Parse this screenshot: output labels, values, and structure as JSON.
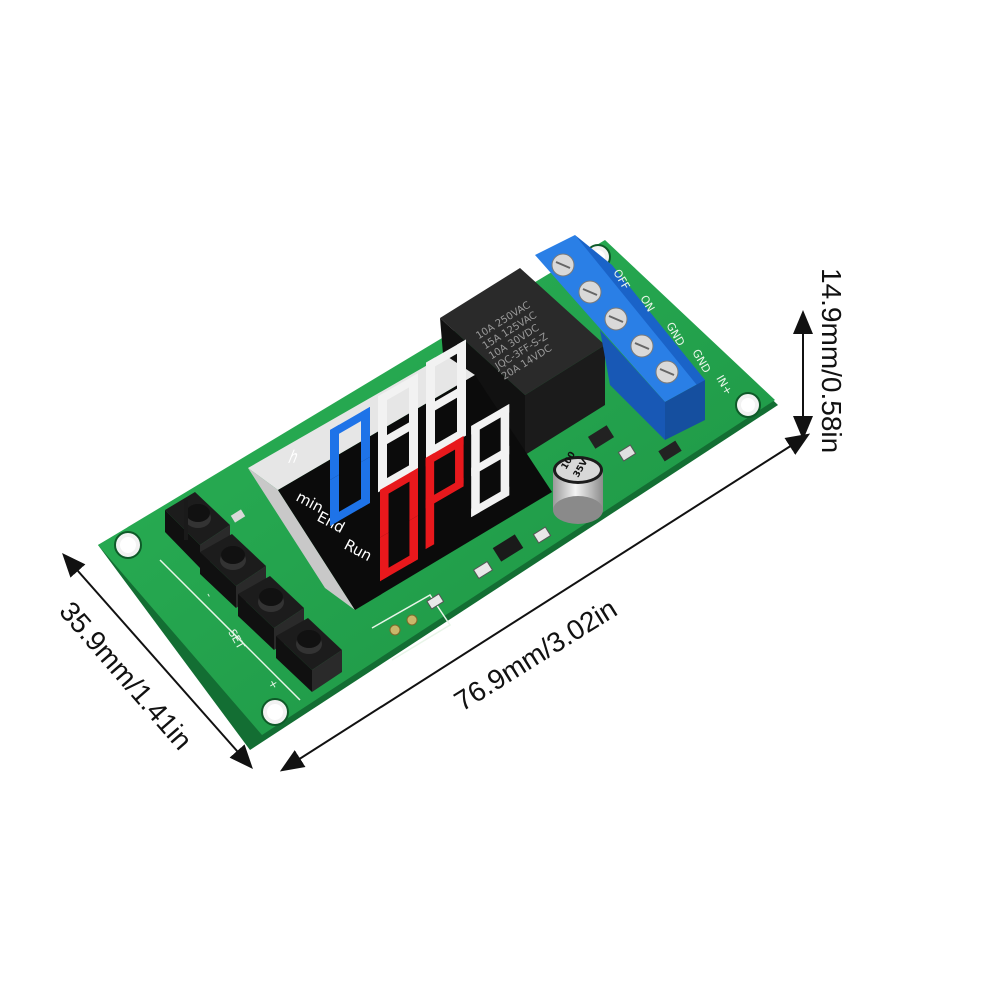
{
  "dimensions": {
    "length": "76.9mm/3.02in",
    "width": "35.9mm/1.41in",
    "height": "14.9mm/0.58in"
  },
  "display": {
    "labels": [
      "h",
      "min",
      "End",
      "Run"
    ],
    "top_row": "088",
    "bottom_row": "0P8",
    "colors": {
      "blue_digit": "#1e73e8",
      "red_digits": "#e8181c",
      "white_digits": "#f2f2f2",
      "bezel": "#0b0b0b"
    }
  },
  "relay": {
    "lines": [
      "10A 250VAC",
      "15A 125VAC",
      "10A 30VDC",
      "JQC-3FF-S-Z",
      "20A 14VDC"
    ]
  },
  "terminal": {
    "labels": [
      "OFF",
      "ON",
      "GND",
      "GND",
      "IN+"
    ]
  },
  "capacitor": {
    "lines": [
      "100",
      "35V"
    ]
  },
  "buttons": {
    "labels": [
      "SET",
      "-",
      "+"
    ]
  },
  "colors": {
    "pcb": "#1f9e4a",
    "pcb_edge": "#136e33",
    "terminal_block": "#1e6fd9",
    "relay": "#1a1a1a"
  }
}
